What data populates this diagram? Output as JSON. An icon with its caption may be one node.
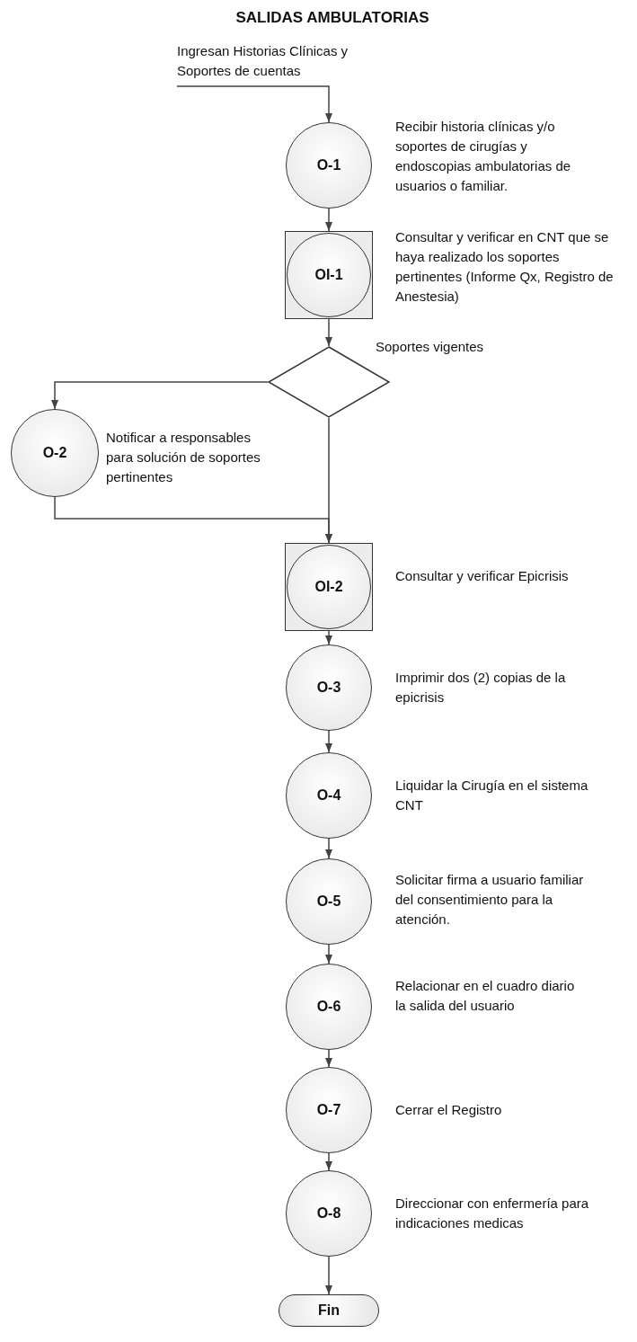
{
  "diagram": {
    "title": "SALIDAS AMBULATORIAS",
    "nodes": [
      {
        "text": [
          "Ingresan Historias Clínicas y Soportes de cuentas"
        ]
      },
      {
        "text": [
          "O-1"
        ],
        "beside": [
          "Recibir historia clínicas y/o soportes de cirugías y endoscopias ambulatorias de usuarios o familiar."
        ]
      },
      {
        "text": [
          "OI-1"
        ],
        "beside": [
          "Consultar y verificar en CNT que se haya realizado los soportes pertinentes (Informe Qx, Registro de Anestesia)"
        ]
      },
      {
        "text": [],
        "shape": "diamond",
        "beside": [
          "Soportes vigentes"
        ]
      },
      {
        "text": [
          "O-2"
        ],
        "beside": [
          "Notificar a responsables para solución de soportes pertinentes"
        ]
      },
      {
        "text": [
          "OI-2"
        ],
        "beside": [
          "Consultar y verificar Epicrisis"
        ]
      },
      {
        "text": [
          "O-3"
        ],
        "beside": [
          "Imprimir dos (2) copias de la epicrisis"
        ]
      },
      {
        "text": [
          "O-4"
        ],
        "beside": [
          "Liquidar la Cirugía en el sistema CNT"
        ]
      },
      {
        "text": [
          "O-5"
        ],
        "beside": [
          "Solicitar firma a usuario familiar del consentimiento para la atención."
        ]
      },
      {
        "text": [
          "O-6"
        ],
        "beside": [
          "Relacionar en el cuadro diario la salida del usuario"
        ]
      },
      {
        "text": [
          "O-7"
        ],
        "beside": [
          "Cerrar el Registro"
        ]
      },
      {
        "text": [
          "O-8"
        ],
        "beside": [
          "Direccionar con enfermería para indicaciones medicas"
        ]
      },
      {
        "text": [
          "Fin"
        ]
      }
    ],
    "edges": [
      {
        "from": 0,
        "to": 1,
        "arrow": "to"
      },
      {
        "from": 1,
        "to": 2,
        "arrow": "to"
      },
      {
        "from": 2,
        "to": 3,
        "arrow": "to"
      },
      {
        "from": 3,
        "to": 4,
        "arrow": "to"
      },
      {
        "from": 3,
        "to": 5,
        "arrow": "to"
      },
      {
        "from": 4,
        "to": 5,
        "arrow": "to"
      },
      {
        "from": 5,
        "to": 6,
        "arrow": "to"
      },
      {
        "from": 6,
        "to": 7,
        "arrow": "to"
      },
      {
        "from": 7,
        "to": 8,
        "arrow": "to"
      },
      {
        "from": 8,
        "to": 9,
        "arrow": "to"
      },
      {
        "from": 9,
        "to": 10,
        "arrow": "to"
      },
      {
        "from": 10,
        "to": 11,
        "arrow": "to"
      },
      {
        "from": 11,
        "to": 12,
        "arrow": "to"
      }
    ]
  }
}
